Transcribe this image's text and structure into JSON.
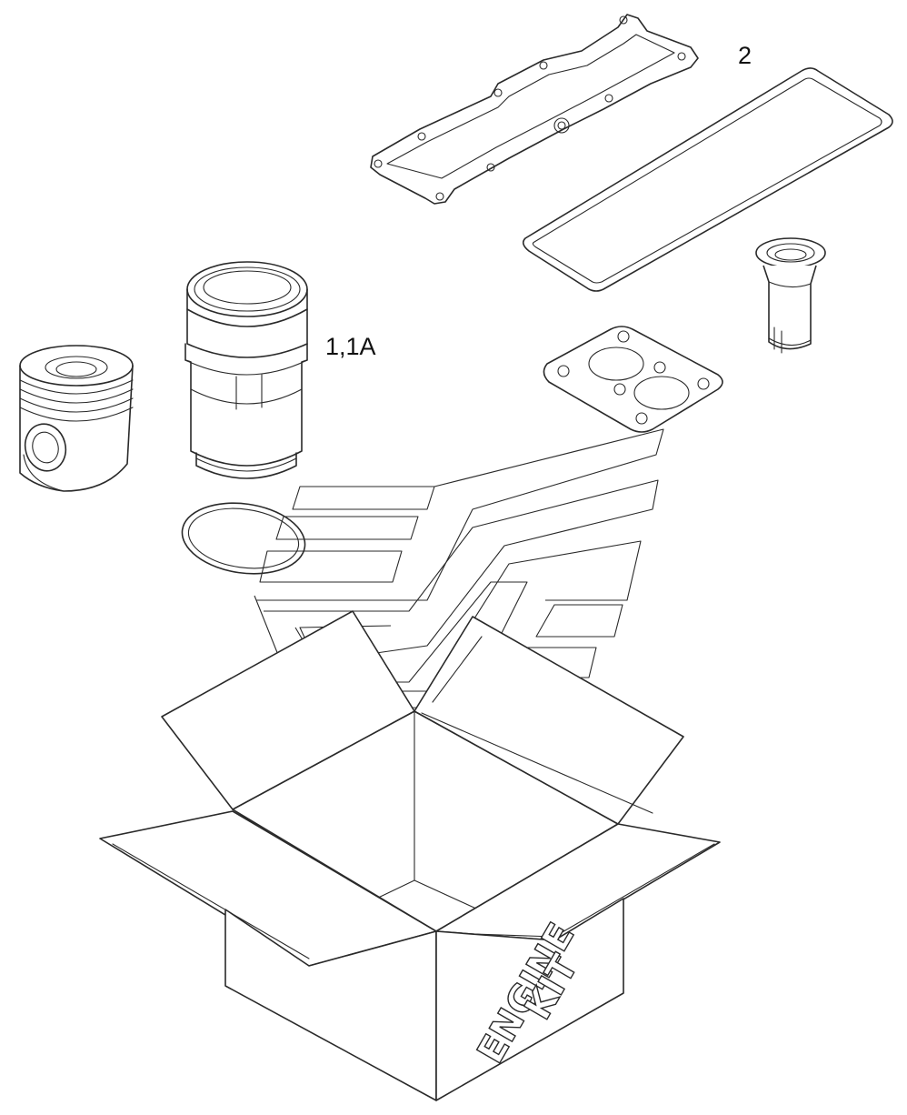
{
  "callouts": {
    "gasket_kit": "2",
    "liner_kit": "1,1A"
  },
  "box_marking": {
    "line1": "ENGINE",
    "line2": "KIT"
  },
  "colors": {
    "line": "#2a2a2a",
    "background": "#ffffff"
  }
}
